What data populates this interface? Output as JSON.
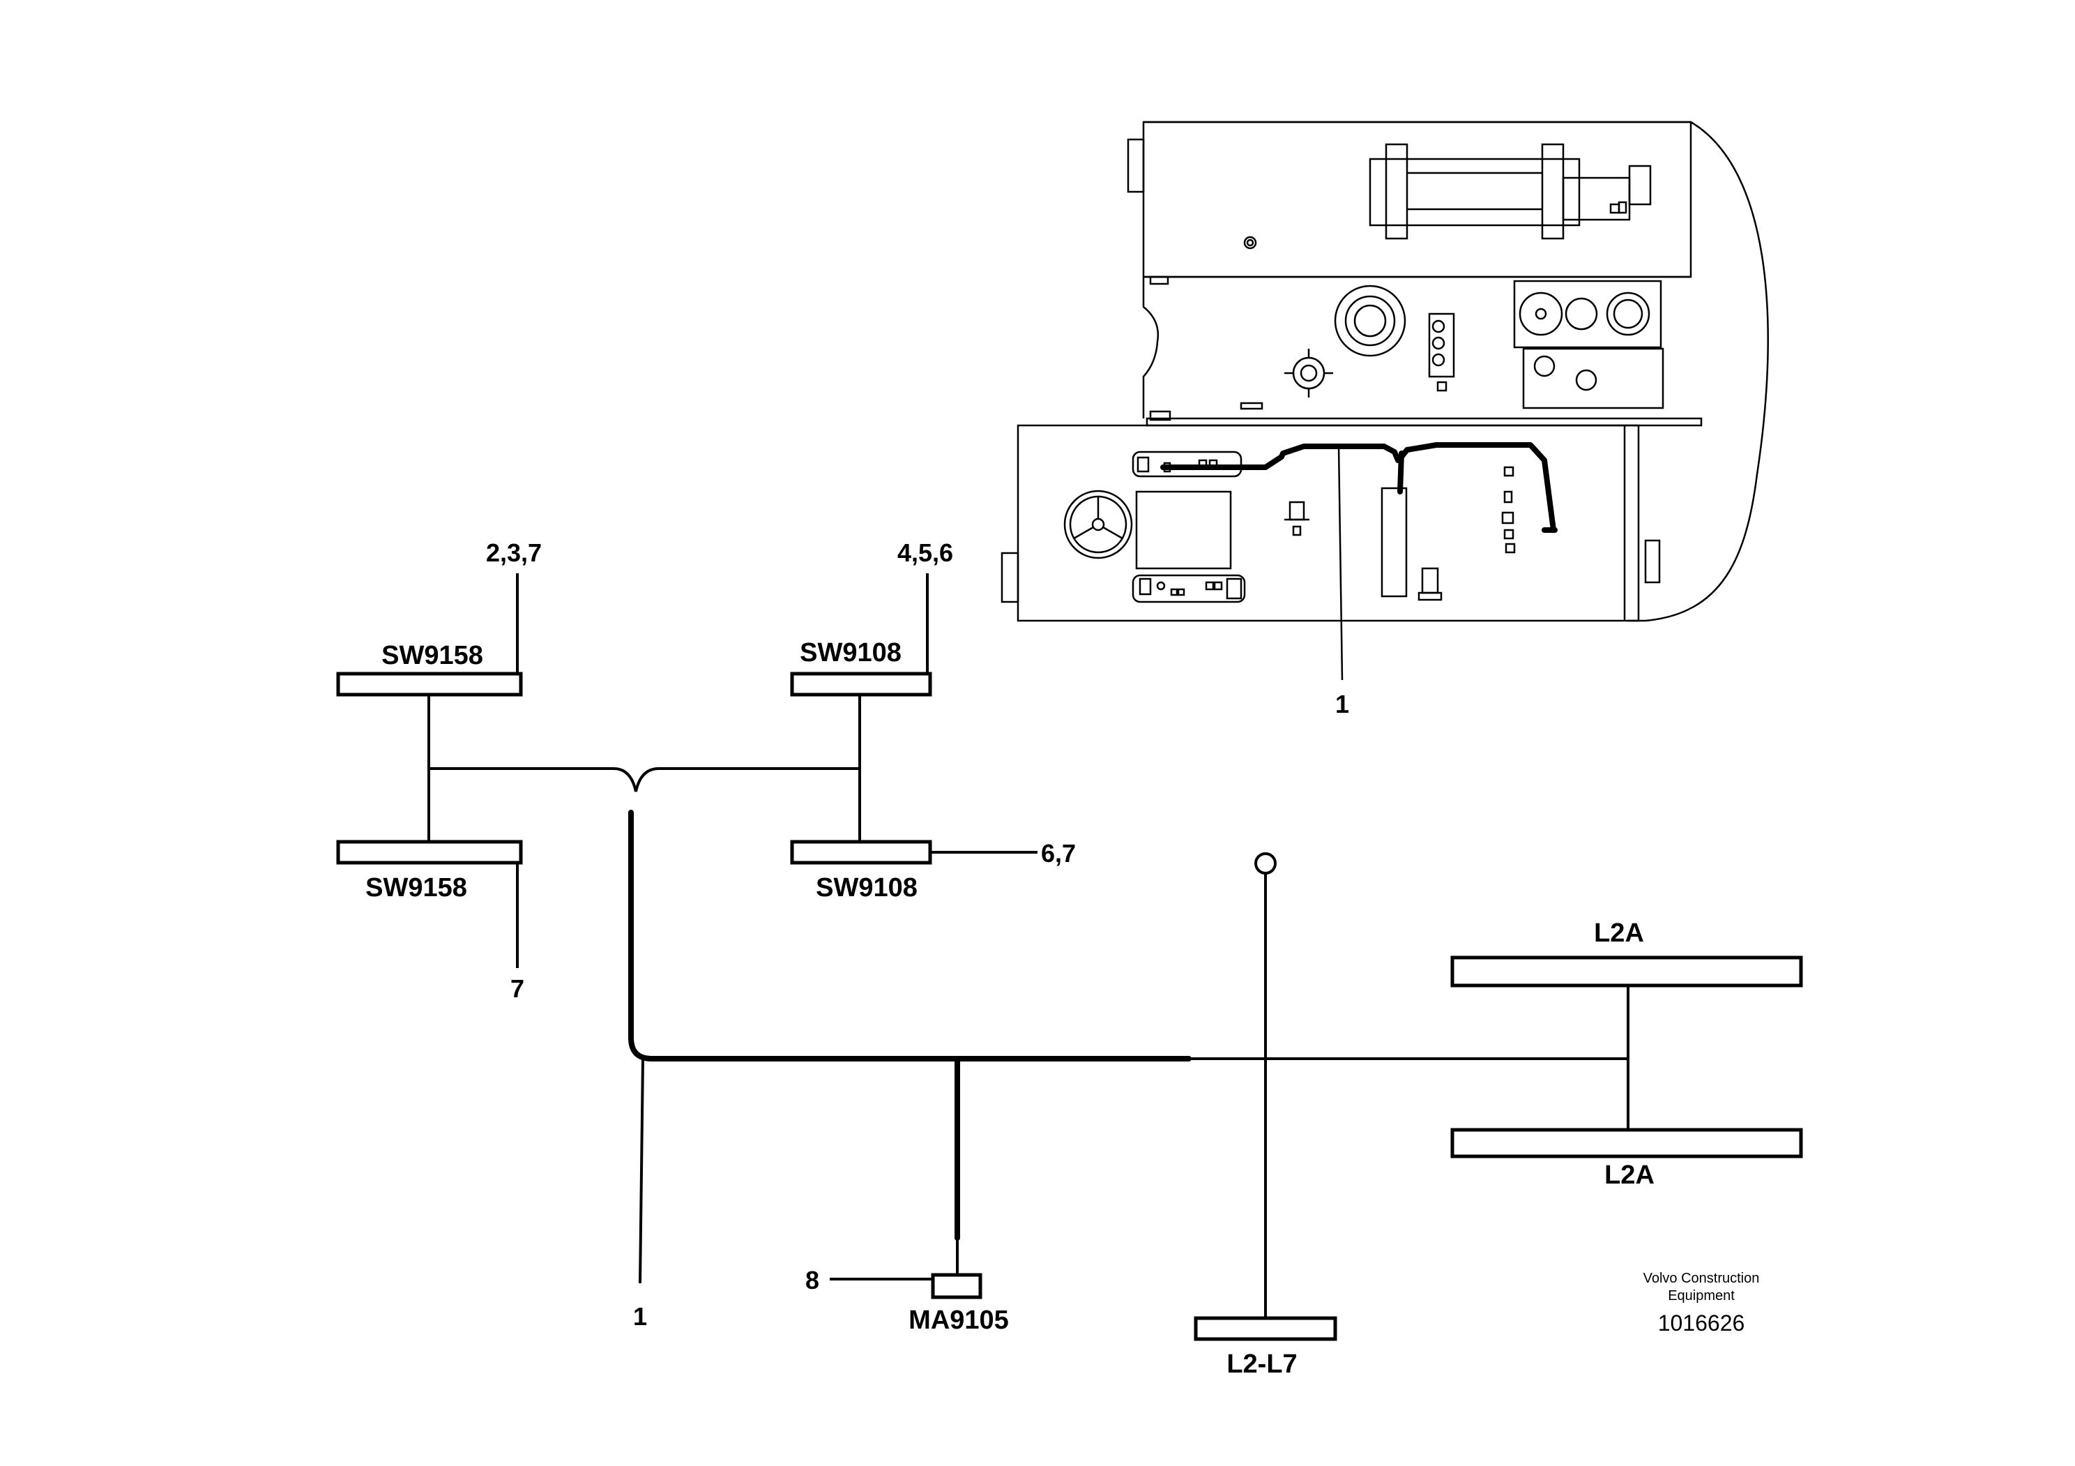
{
  "components": {
    "sw9158_top": "SW9158",
    "sw9158_bottom": "SW9158",
    "sw9108_top": "SW9108",
    "sw9108_bottom": "SW9108",
    "l2a_top": "L2A",
    "l2a_bottom": "L2A",
    "ma9105": "MA9105",
    "l2_l7": "L2-L7"
  },
  "callouts": {
    "sw9158_top": "2,3,7",
    "sw9158_bottom": "7",
    "sw9108_top": "4,5,6",
    "sw9108_bottom": "6,7",
    "harness_main": "1",
    "harness_inset": "1",
    "ma9105": "8"
  },
  "footer": {
    "company_line1": "Volvo Construction",
    "company_line2": "Equipment",
    "drawing_number": "1016626"
  }
}
